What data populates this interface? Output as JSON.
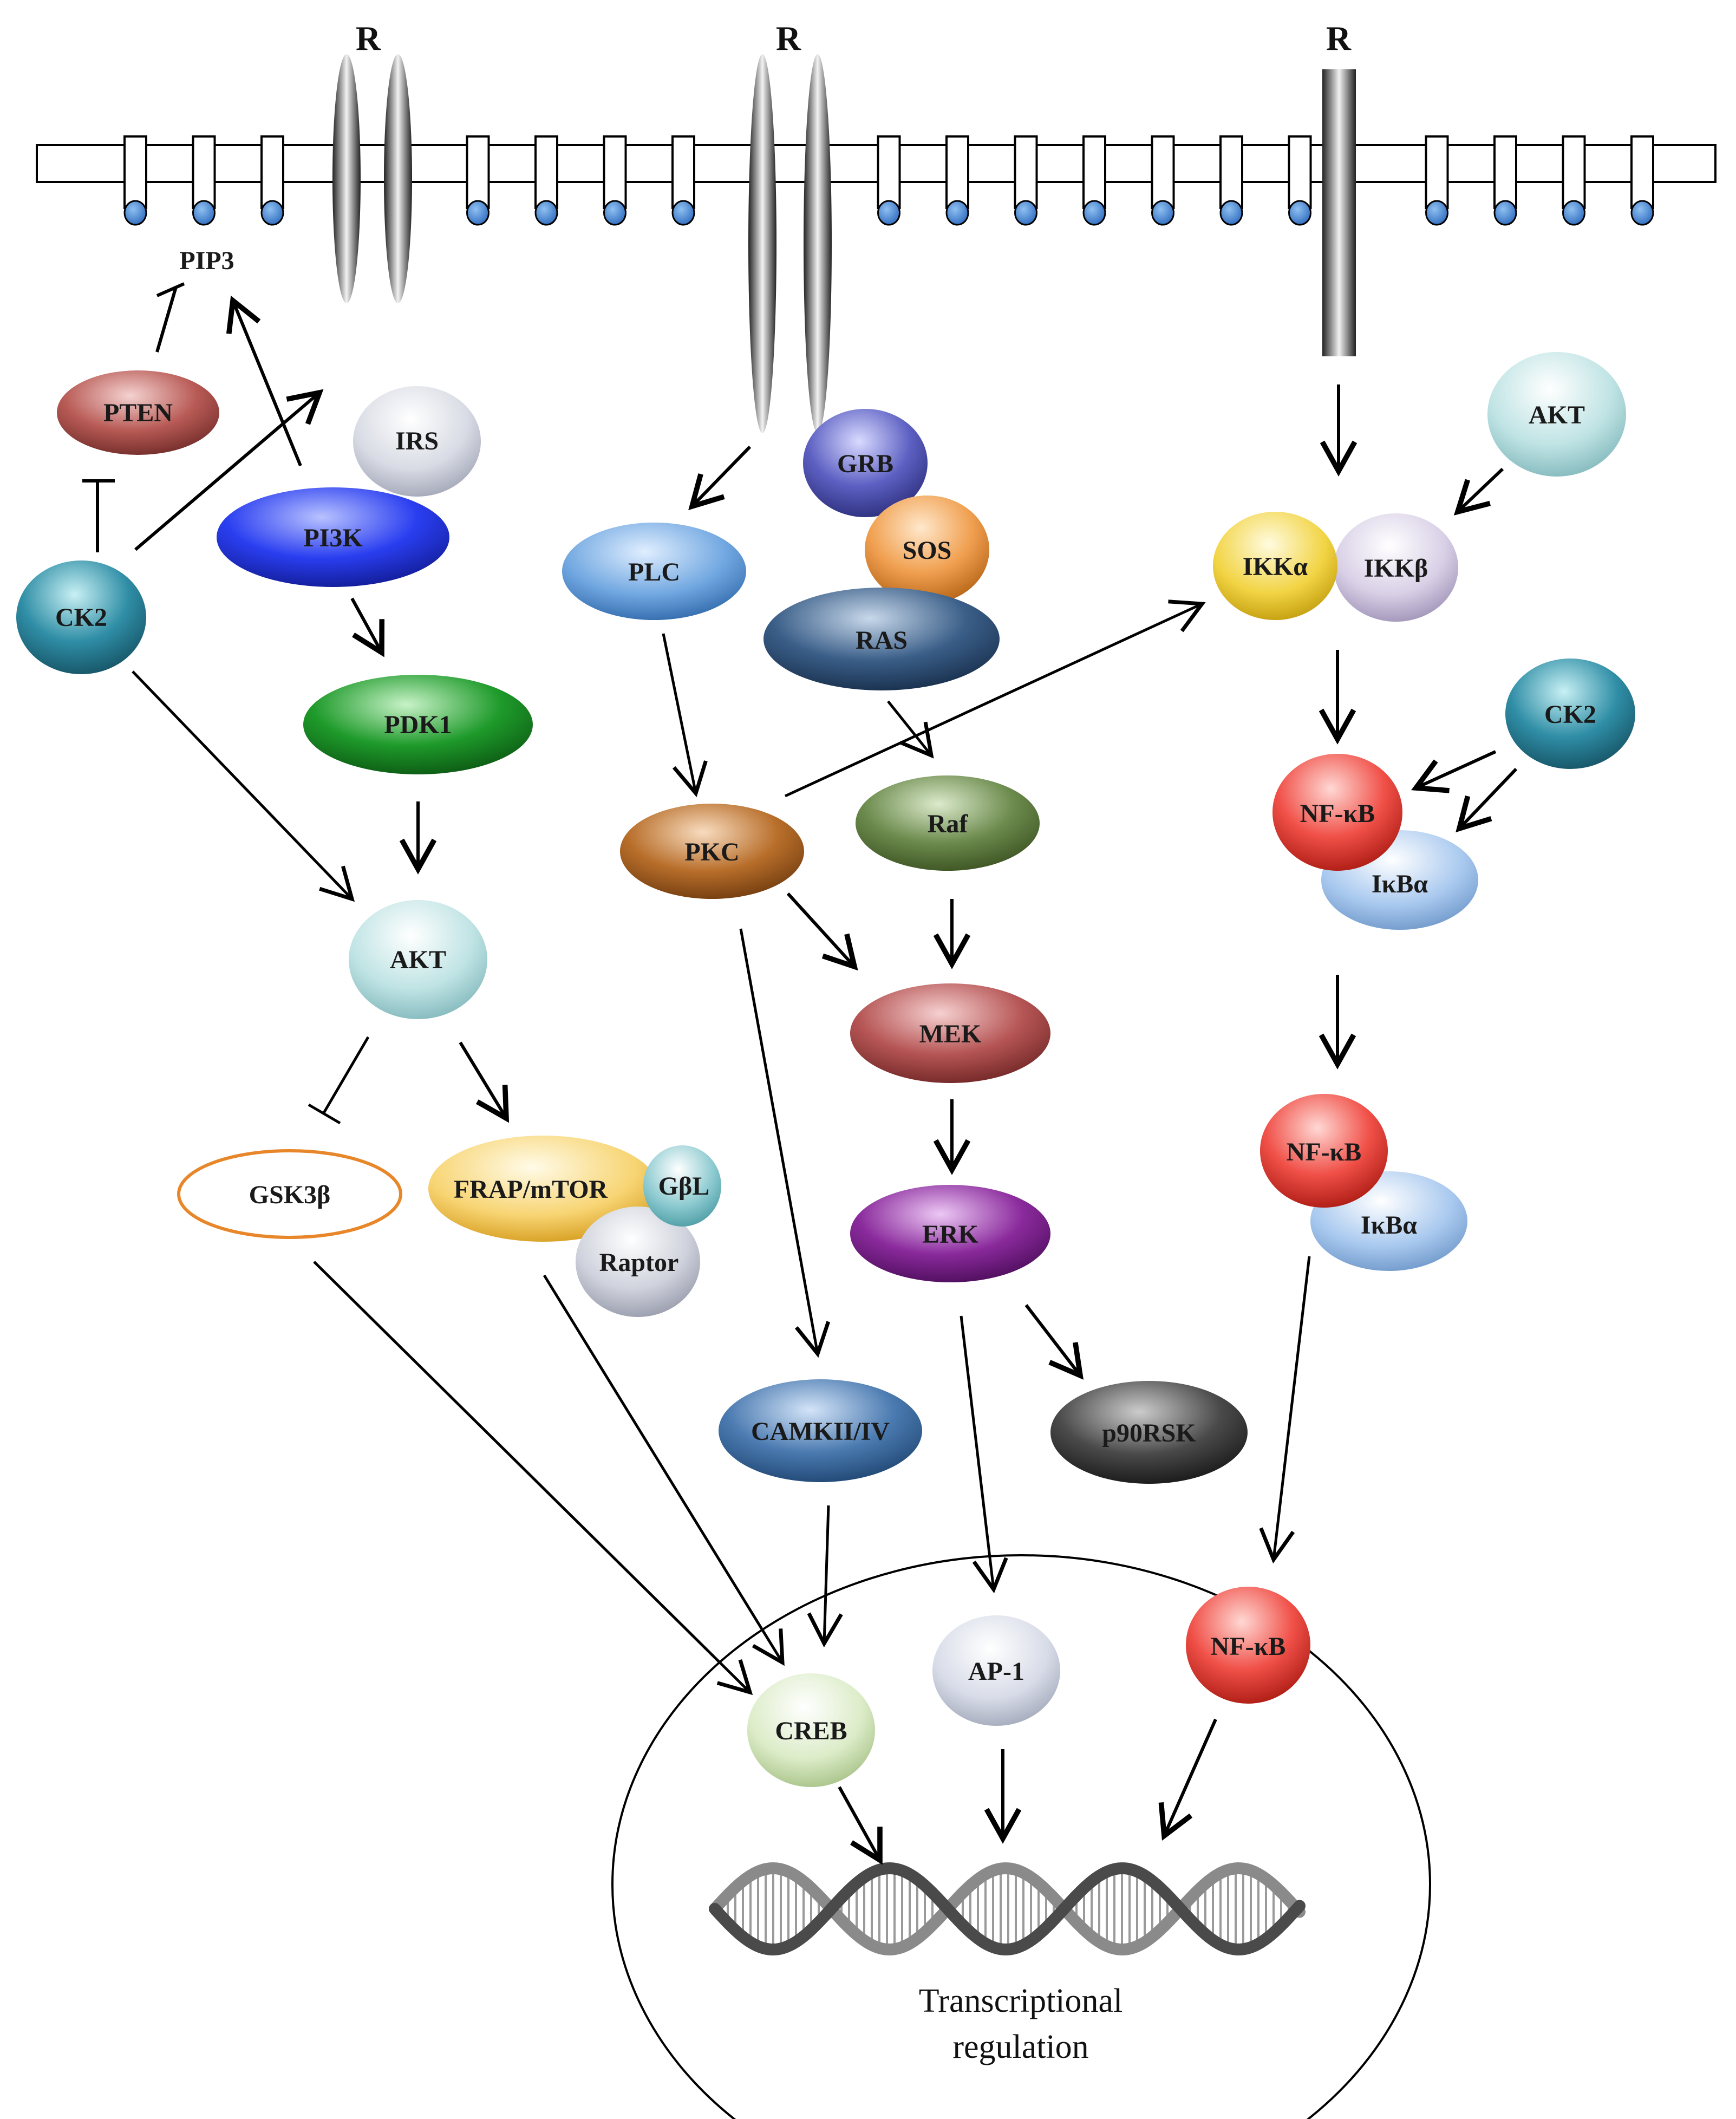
{
  "receptors": [
    {
      "id": "rec1",
      "label": "R"
    },
    {
      "id": "rec2",
      "label": "R"
    },
    {
      "id": "rec3",
      "label": "R"
    }
  ],
  "nodes": {
    "pip3": "PIP3",
    "pten": "PTEN",
    "ck2_left": "CK2",
    "irs": "IRS",
    "pi3k": "PI3K",
    "pdk1": "PDK1",
    "akt_left": "AKT",
    "gsk3b": "GSK3β",
    "mtor": "FRAP/mTOR",
    "gbl": "GβL",
    "raptor": "Raptor",
    "plc": "PLC",
    "grb": "GRB",
    "sos": "SOS",
    "ras": "RAS",
    "pkc": "PKC",
    "raf": "Raf",
    "mek": "MEK",
    "erk": "ERK",
    "p90rsk": "p90RSK",
    "camk": "CAMKII/IV",
    "akt_right": "AKT",
    "ikka": "IKKα",
    "ikkb": "IKKβ",
    "ck2_right": "CK2",
    "nfkb_1": "NF-κB",
    "ikba_1": "IκBα",
    "nfkb_2": "NF-κB",
    "ikba_2": "IκBα",
    "nfkb_nuc": "NF-κB",
    "creb": "CREB",
    "ap1": "AP-1"
  },
  "nucleus": {
    "caption_line1": "Transcriptional",
    "caption_line2": "regulation"
  },
  "colors": {
    "pten": "#b85a55",
    "ck2": "#2f8ea6",
    "irs": "#d8dbe4",
    "pi3k": "#2a3ef0",
    "pdk1": "#1e9a2a",
    "akt": "#bfe3e4",
    "gsk3b_border": "#e8872a",
    "mtor": "#f5c84c",
    "gbl": "#6ab8c0",
    "raptor": "#cfd2dc",
    "plc": "#6fa6e0",
    "grb": "#5d60c2",
    "sos": "#f0a050",
    "ras": "#3a5e88",
    "pkc": "#b86e2a",
    "raf": "#6b8a4c",
    "mek": "#b65555",
    "erk": "#8a2a9c",
    "p90rsk": "#4a4a4a",
    "camk": "#4a7ab0",
    "ikka": "#f2d444",
    "ikkb": "#d2c8e0",
    "nfkb": "#f05048",
    "ikba": "#a9c9ef",
    "creb": "#d8e8c8",
    "ap1": "#d4d8e4"
  }
}
